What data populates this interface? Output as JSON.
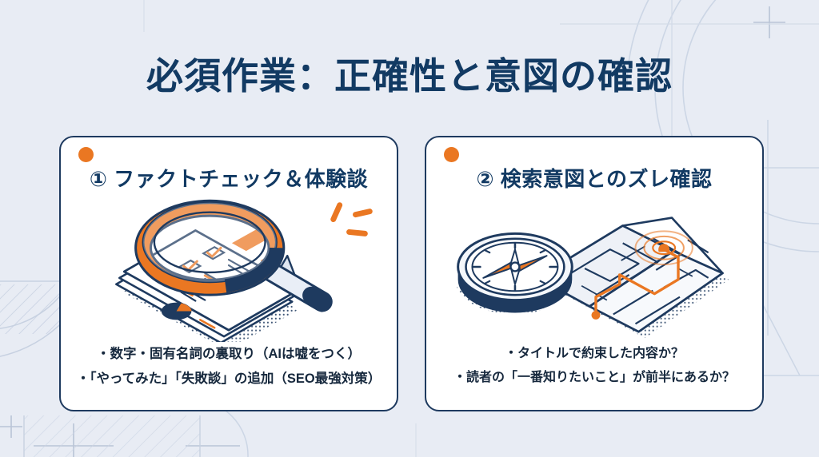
{
  "slide": {
    "title": "必須作業：正確性と意図の確認",
    "background_color": "#e8ecf4",
    "accent_color": "#ea7722",
    "navy_color": "#123a63"
  },
  "cards": [
    {
      "marker": "orange-dot",
      "heading": "① ファクトチェック＆体験談",
      "illustration": "magnifying-glass-over-documents",
      "bullets": [
        "・数字・固有名詞の裏取り（AIは嘘をつく）",
        "・「やってみた」「失敗談」の追加（SEO最強対策）"
      ]
    },
    {
      "marker": "orange-dot",
      "heading": "② 検索意図とのズレ確認",
      "illustration": "compass-on-map",
      "bullets": [
        "・タイトルで約束した内容か？",
        "・読者の「一番知りたいこと」が前半にあるか？"
      ]
    }
  ]
}
